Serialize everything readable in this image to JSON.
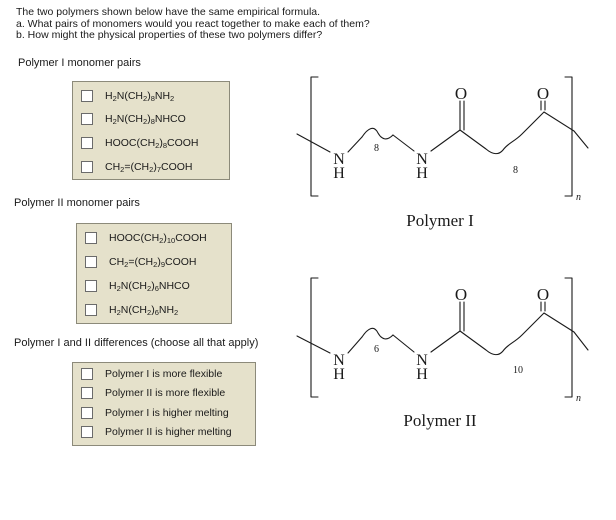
{
  "question": {
    "line1": "The two polymers shown below have the same empirical formula.",
    "line2": "a. What pairs of monomers would you react together to make each of them?",
    "line3": "b. How might the physical properties of these two polymers differ?"
  },
  "section1": {
    "title": "Polymer I monomer pairs",
    "options": [
      [
        {
          "t": "H"
        },
        {
          "s": "2"
        },
        {
          "t": "N(CH"
        },
        {
          "s": "2"
        },
        {
          "t": ")"
        },
        {
          "s": "8"
        },
        {
          "t": "NH"
        },
        {
          "s": "2"
        }
      ],
      [
        {
          "t": "H"
        },
        {
          "s": "2"
        },
        {
          "t": "N(CH"
        },
        {
          "s": "2"
        },
        {
          "t": ")"
        },
        {
          "s": "8"
        },
        {
          "t": "NHCO"
        }
      ],
      [
        {
          "t": "HOOC(CH"
        },
        {
          "s": "2"
        },
        {
          "t": ")"
        },
        {
          "s": "8"
        },
        {
          "t": "COOH"
        }
      ],
      [
        {
          "t": "CH"
        },
        {
          "s": "2"
        },
        {
          "t": "=(CH"
        },
        {
          "s": "2"
        },
        {
          "t": ")"
        },
        {
          "s": "7"
        },
        {
          "t": "COOH"
        }
      ]
    ]
  },
  "section2": {
    "title": "Polymer II monomer pairs",
    "options": [
      [
        {
          "t": "HOOC(CH"
        },
        {
          "s": "2"
        },
        {
          "t": ")"
        },
        {
          "s": "10"
        },
        {
          "t": "COOH"
        }
      ],
      [
        {
          "t": "CH"
        },
        {
          "s": "2"
        },
        {
          "t": "=(CH"
        },
        {
          "s": "2"
        },
        {
          "t": ")"
        },
        {
          "s": "9"
        },
        {
          "t": "COOH"
        }
      ],
      [
        {
          "t": "H"
        },
        {
          "s": "2"
        },
        {
          "t": "N(CH"
        },
        {
          "s": "2"
        },
        {
          "t": ")"
        },
        {
          "s": "6"
        },
        {
          "t": "NHCO"
        }
      ],
      [
        {
          "t": "H"
        },
        {
          "s": "2"
        },
        {
          "t": "N(CH"
        },
        {
          "s": "2"
        },
        {
          "t": ")"
        },
        {
          "s": "6"
        },
        {
          "t": "NH"
        },
        {
          "s": "2"
        }
      ]
    ]
  },
  "section3": {
    "title": "Polymer I and II differences (choose all that apply)",
    "options": [
      [
        {
          "t": "Polymer I is more flexible"
        }
      ],
      [
        {
          "t": "Polymer II is more flexible"
        }
      ],
      [
        {
          "t": "Polymer I is higher melting"
        }
      ],
      [
        {
          "t": "Polymer II is higher melting"
        }
      ]
    ]
  },
  "polymer1": {
    "name": "Polymer I",
    "atom_o": "O",
    "atom_n": "N",
    "atom_h": "H",
    "subscript_a": "8",
    "subscript_b": "8",
    "repeat": "n"
  },
  "polymer2": {
    "name": "Polymer II",
    "atom_o": "O",
    "atom_n": "N",
    "atom_h": "H",
    "subscript_a": "6",
    "subscript_b": "10",
    "repeat": "n"
  }
}
